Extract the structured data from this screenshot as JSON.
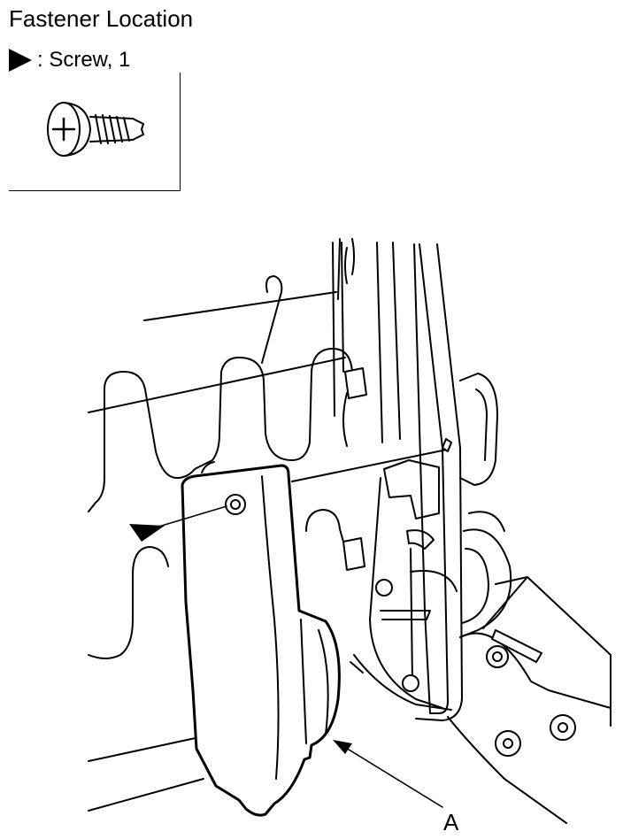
{
  "title": "Fastener Location",
  "legend": {
    "symbol_icon": "filled-triangle-pointer-icon",
    "text": ": Screw, 1",
    "screw_icon": "pan-head-phillips-screw-icon"
  },
  "callouts": {
    "a_label": "A"
  }
}
